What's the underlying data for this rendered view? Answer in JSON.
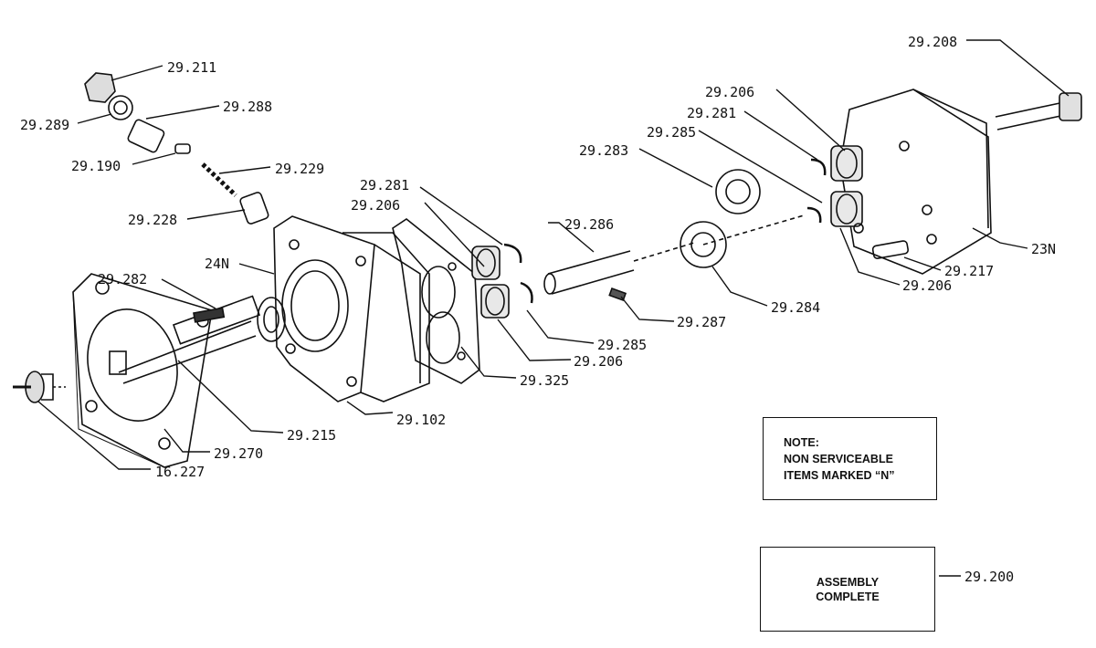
{
  "callouts": [
    {
      "id": "c-29-211",
      "text": "29.211"
    },
    {
      "id": "c-29-289",
      "text": "29.289"
    },
    {
      "id": "c-29-288",
      "text": "29.288"
    },
    {
      "id": "c-29-190",
      "text": "29.190"
    },
    {
      "id": "c-29-229",
      "text": "29.229"
    },
    {
      "id": "c-29-228",
      "text": "29.228"
    },
    {
      "id": "c-24n",
      "text": "24N"
    },
    {
      "id": "c-29-282",
      "text": "29.282"
    },
    {
      "id": "c-29-281a",
      "text": "29.281"
    },
    {
      "id": "c-29-206a",
      "text": "29.206"
    },
    {
      "id": "c-29-286",
      "text": "29.286"
    },
    {
      "id": "c-29-283",
      "text": "29.283"
    },
    {
      "id": "c-29-285a",
      "text": "29.285"
    },
    {
      "id": "c-29-281b",
      "text": "29.281"
    },
    {
      "id": "c-29-206b",
      "text": "29.206"
    },
    {
      "id": "c-29-208",
      "text": "29.208"
    },
    {
      "id": "c-23n",
      "text": "23N"
    },
    {
      "id": "c-29-217",
      "text": "29.217"
    },
    {
      "id": "c-29-206c",
      "text": "29.206"
    },
    {
      "id": "c-29-284",
      "text": "29.284"
    },
    {
      "id": "c-29-287",
      "text": "29.287"
    },
    {
      "id": "c-29-285b",
      "text": "29.285"
    },
    {
      "id": "c-29-206d",
      "text": "29.206"
    },
    {
      "id": "c-29-325",
      "text": "29.325"
    },
    {
      "id": "c-29-102",
      "text": "29.102"
    },
    {
      "id": "c-29-215",
      "text": "29.215"
    },
    {
      "id": "c-29-270",
      "text": "29.270"
    },
    {
      "id": "c-16-227",
      "text": "16.227"
    },
    {
      "id": "c-29-200",
      "text": "29.200"
    }
  ],
  "note": {
    "line1": "NOTE:",
    "line2": "NON SERVICEABLE",
    "line3": "ITEMS MARKED “N”"
  },
  "assembly": {
    "line1": "ASSEMBLY",
    "line2": "COMPLETE"
  }
}
